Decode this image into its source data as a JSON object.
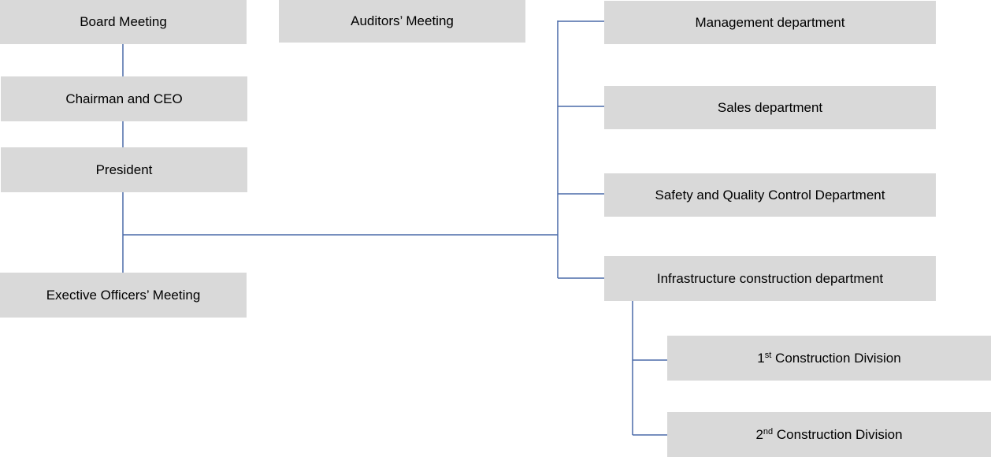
{
  "colors": {
    "box_fill": "#d9d9d9",
    "connector": "#4a6aa8",
    "text": "#000000"
  },
  "nodes": {
    "board": {
      "label": "Board Meeting"
    },
    "auditors": {
      "label": "Auditors’ Meeting"
    },
    "chairman": {
      "label": "Chairman and CEO"
    },
    "president": {
      "label": "President"
    },
    "executive": {
      "label": "Exective Officers’ Meeting"
    },
    "management": {
      "label": "Management department"
    },
    "sales": {
      "label": "Sales department"
    },
    "safety": {
      "label": "Safety and Quality Control Department"
    },
    "infrastructure": {
      "label": "Infrastructure construction department"
    },
    "division1": {
      "number": "1",
      "ordinal": "st",
      "label": " Construction Division"
    },
    "division2": {
      "number": "2",
      "ordinal": "nd",
      "label": " Construction Division"
    }
  }
}
